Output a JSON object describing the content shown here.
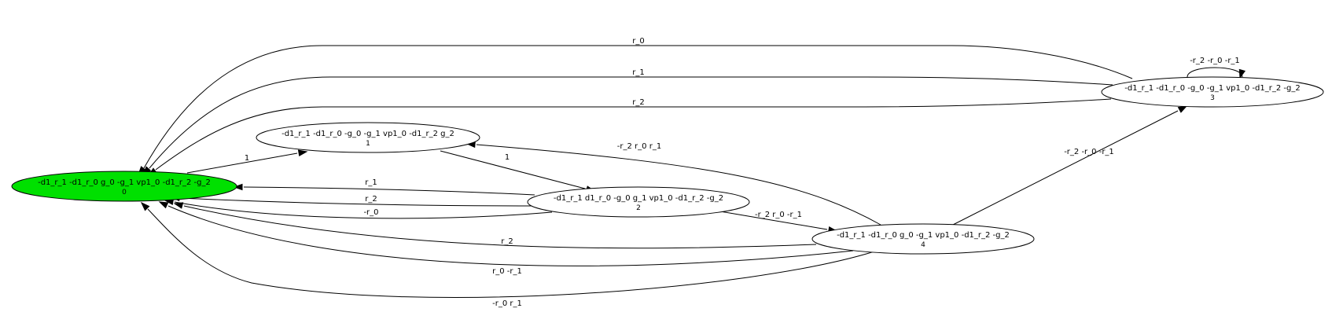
{
  "graph": {
    "colors": {
      "initial_fill": "#00e000",
      "node_fill": "#ffffff",
      "stroke": "#000000"
    },
    "nodes": [
      {
        "id": "0",
        "label": "-d1_r_1 -d1_r_0 g_0 -g_1 vp1_0 -d1_r_2 -g_2",
        "initial": true
      },
      {
        "id": "1",
        "label": "-d1_r_1 -d1_r_0 -g_0 -g_1 vp1_0 -d1_r_2 g_2",
        "initial": false
      },
      {
        "id": "2",
        "label": "-d1_r_1 d1_r_0 -g_0 g_1 vp1_0 -d1_r_2 -g_2",
        "initial": false
      },
      {
        "id": "3",
        "label": "-d1_r_1 -d1_r_0 -g_0 -g_1 vp1_0 -d1_r_2 -g_2",
        "initial": false
      },
      {
        "id": "4",
        "label": "-d1_r_1 -d1_r_0 g_0 -g_1 vp1_0 -d1_r_2 -g_2",
        "initial": false
      }
    ],
    "edges": [
      {
        "from": "3",
        "to": "0",
        "label": "r_0"
      },
      {
        "from": "3",
        "to": "0",
        "label": "r_1"
      },
      {
        "from": "3",
        "to": "0",
        "label": "r_2"
      },
      {
        "from": "3",
        "to": "3",
        "label": "-r_2 -r_0 -r_1"
      },
      {
        "from": "0",
        "to": "1",
        "label": "1"
      },
      {
        "from": "1",
        "to": "2",
        "label": "1"
      },
      {
        "from": "4",
        "to": "1",
        "label": "-r_2 r_0 r_1"
      },
      {
        "from": "4",
        "to": "3",
        "label": "-r_2 -r_0 -r_1"
      },
      {
        "from": "2",
        "to": "0",
        "label": "r_1"
      },
      {
        "from": "2",
        "to": "0",
        "label": "r_2"
      },
      {
        "from": "2",
        "to": "0",
        "label": "-r_0"
      },
      {
        "from": "2",
        "to": "4",
        "label": "-r_2 r_0 -r_1"
      },
      {
        "from": "4",
        "to": "0",
        "label": "r_2"
      },
      {
        "from": "4",
        "to": "0",
        "label": "r_0 -r_1"
      },
      {
        "from": "4",
        "to": "0",
        "label": "-r_0 r_1"
      }
    ]
  }
}
